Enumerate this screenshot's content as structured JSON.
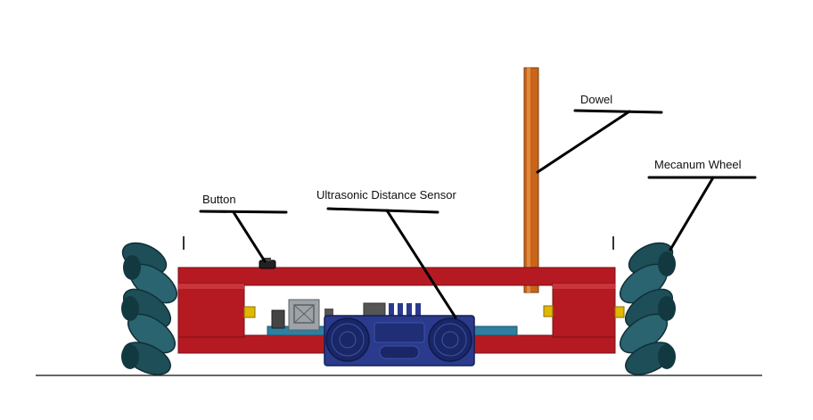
{
  "labels": {
    "dowel": "Dowel",
    "mecanum_wheel": "Mecanum Wheel",
    "button": "Button",
    "ultrasonic_sensor": "Ultrasonic Distance Sensor"
  },
  "colors": {
    "background": "#ffffff",
    "frame_red": "#b51a22",
    "frame_edge": "#7a1015",
    "wheel_teal": "#1e4e58",
    "wheel_dark": "#123940",
    "dowel_orange": "#c8651a",
    "sensor_blue": "#2a3a8c",
    "sensor_dark": "#1a2766",
    "board_gray": "#8a8f95",
    "connector_yellow": "#e0b800",
    "leader_line": "#000000",
    "ground_line": "#333333"
  }
}
